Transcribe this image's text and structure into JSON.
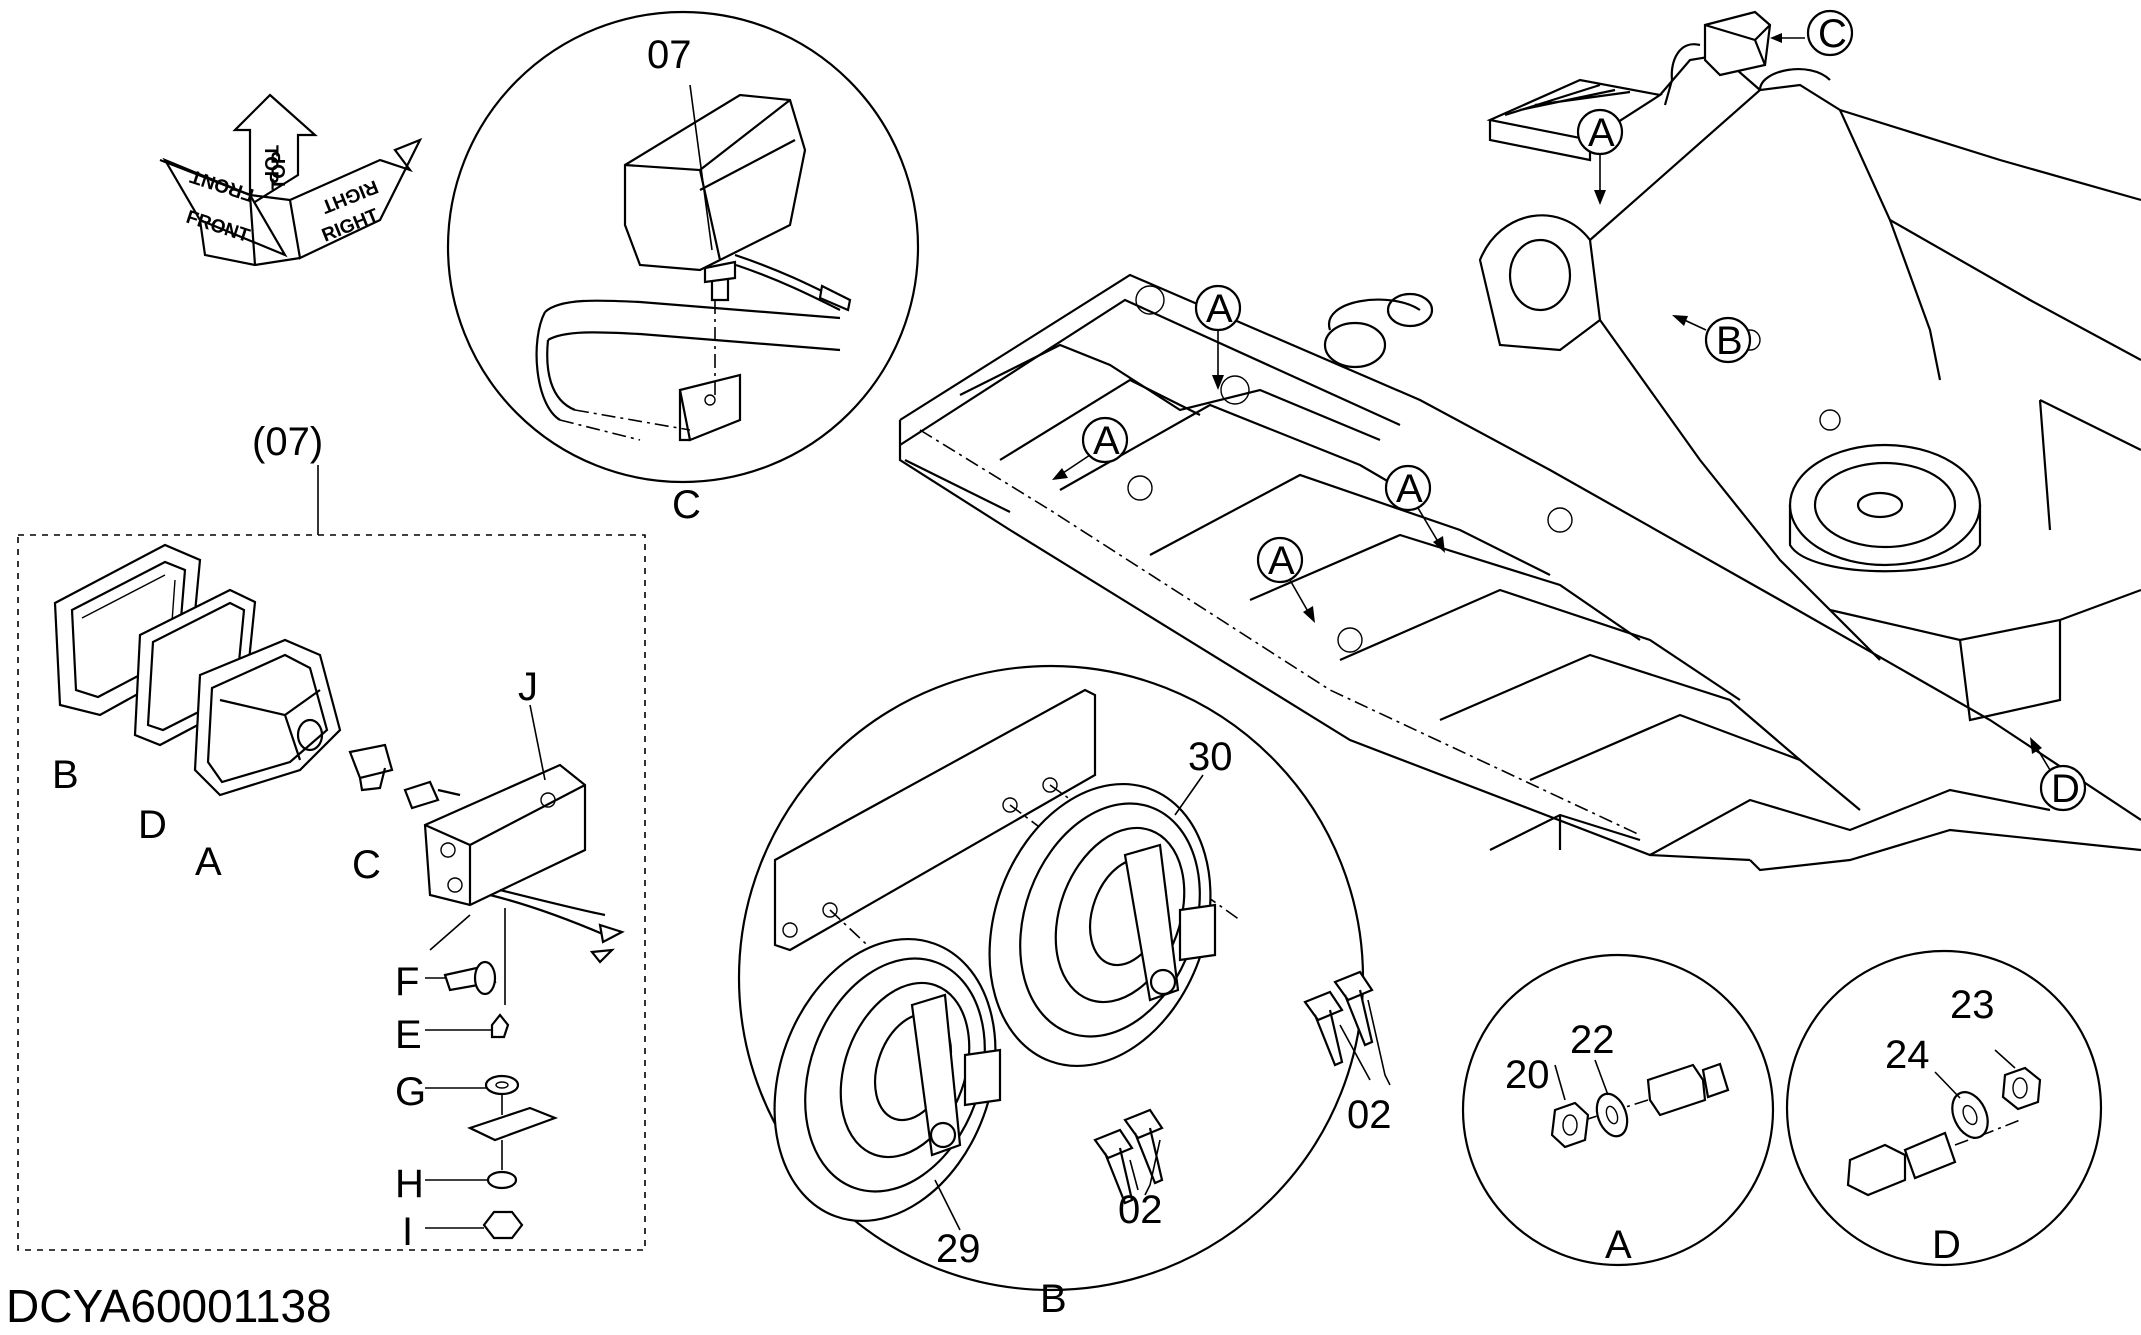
{
  "orientation_arrows": {
    "front": "FRONT",
    "top": "TOP",
    "right": "RIGHT",
    "front_mirror": "FRONT",
    "top_mirror": "TOP",
    "right_mirror": "RIGHT"
  },
  "detail_c": {
    "part_label": "07",
    "view_label": "C"
  },
  "lamp_breakdown": {
    "heading": "(07)",
    "labels": {
      "b": "B",
      "d": "D",
      "a": "A",
      "c": "C",
      "j": "J",
      "f": "F",
      "e": "E",
      "g": "G",
      "h": "H",
      "i": "I"
    }
  },
  "machine_callouts": {
    "a": "A",
    "b": "B",
    "c": "C",
    "d": "D"
  },
  "detail_b": {
    "view_label": "B",
    "part_30": "30",
    "part_29": "29",
    "bolts_right": "02",
    "bolts_center": "02"
  },
  "detail_a": {
    "view_label": "A",
    "part_20": "20",
    "part_22": "22"
  },
  "detail_d": {
    "view_label": "D",
    "part_23": "23",
    "part_24": "24"
  },
  "document_id": "DCYA60001138"
}
